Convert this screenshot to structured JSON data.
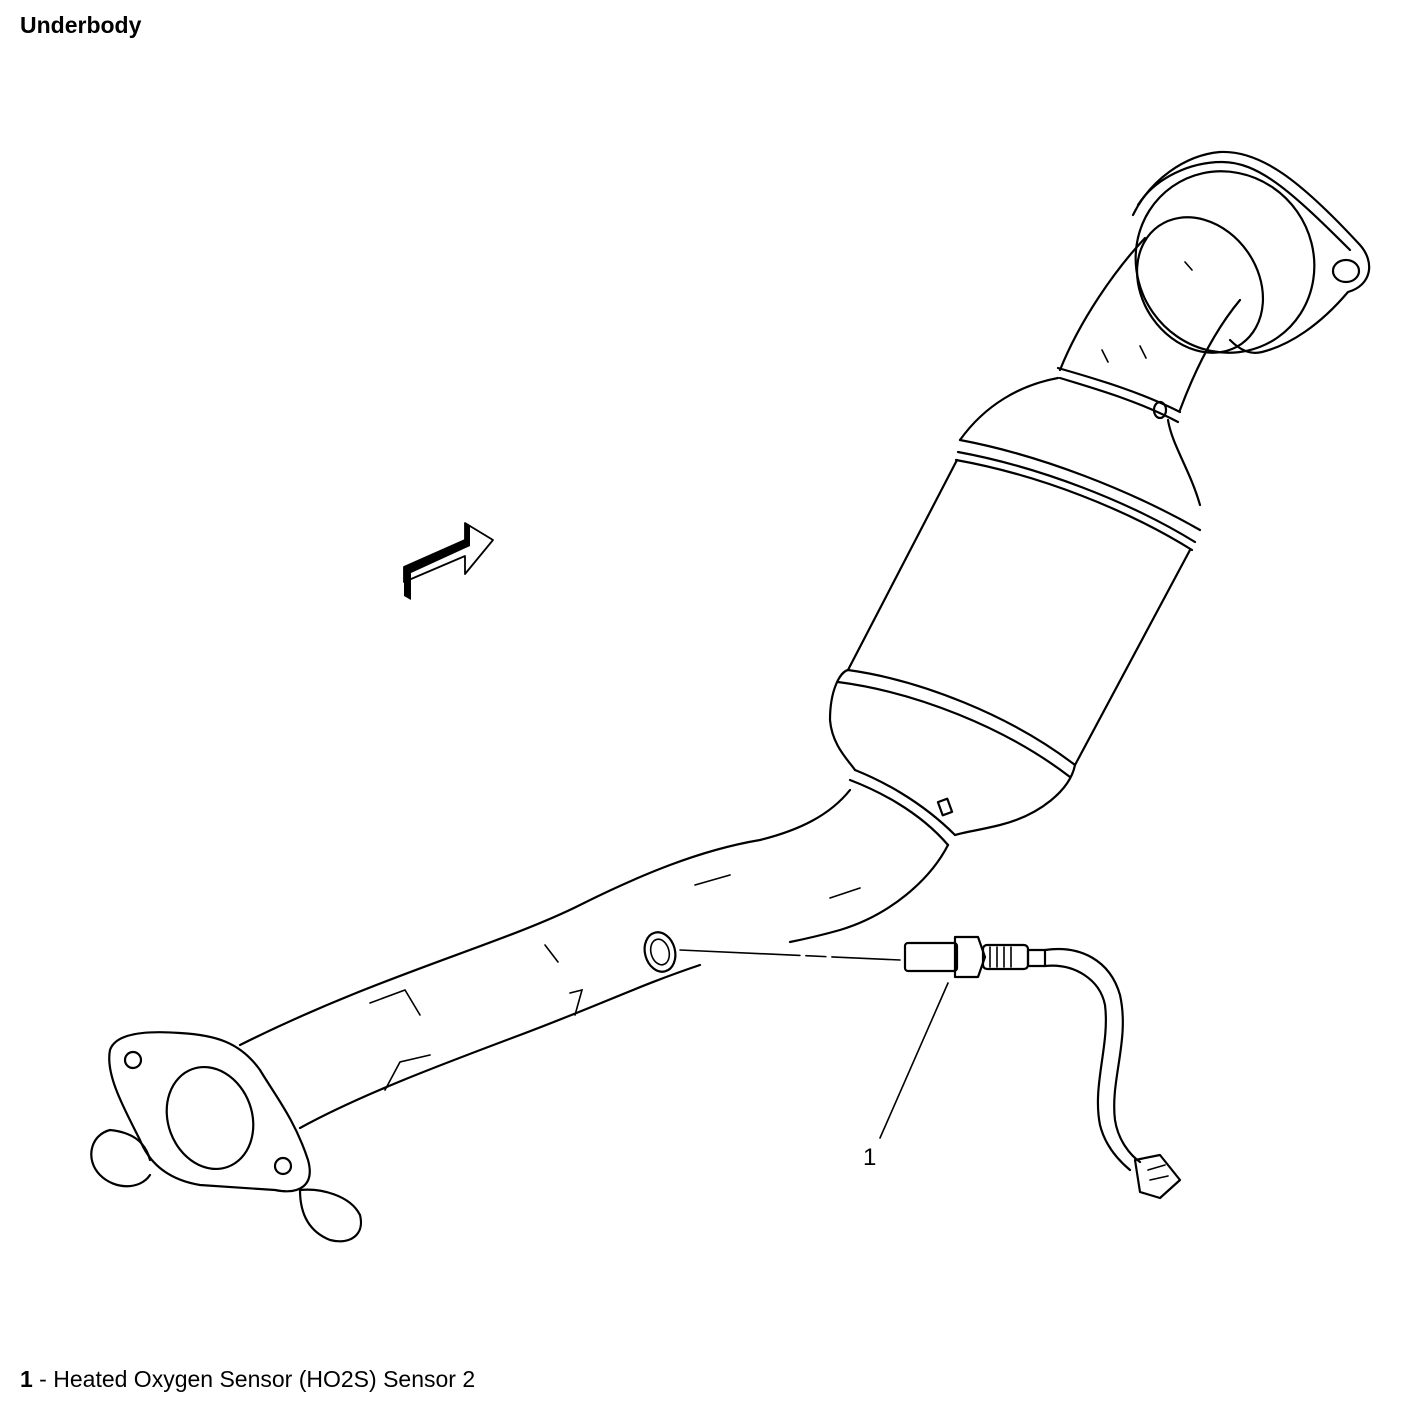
{
  "header": {
    "title": "Underbody"
  },
  "callouts": [
    {
      "number": "1"
    }
  ],
  "legend": {
    "items": [
      {
        "number": "1",
        "separator": " - ",
        "text": "Heated Oxygen Sensor (HO2S) Sensor 2"
      }
    ]
  },
  "icons": [
    "direction-arrow-icon"
  ]
}
